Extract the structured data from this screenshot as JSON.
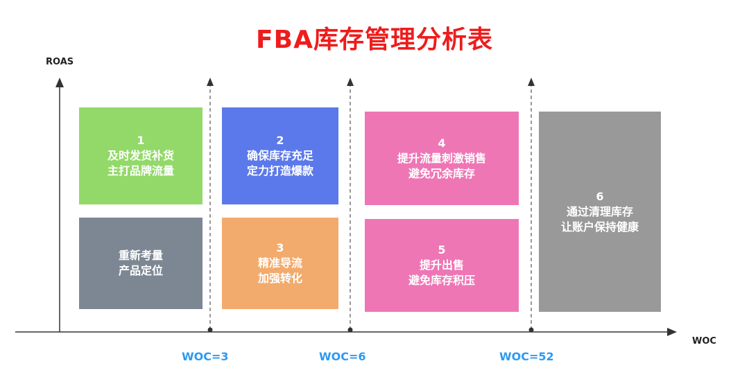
{
  "title": "FBA库存管理分析表",
  "axes": {
    "y_label": "ROAS",
    "x_label": "WOC"
  },
  "thresholds": [
    {
      "label": "WOC=3"
    },
    {
      "label": "WOC=6"
    },
    {
      "label": "WOC=52"
    }
  ],
  "boxes": [
    {
      "id": "1",
      "number": "1",
      "line1": "及时发货补货",
      "line2": "主打品牌流量",
      "color": "#93d96a"
    },
    {
      "id": "2",
      "number": "2",
      "line1": "确保库存充足",
      "line2": "定力打造爆款",
      "color": "#5b79ea"
    },
    {
      "id": "3",
      "number": "3",
      "line1": "精准导流",
      "line2": "加强转化",
      "color": "#f2ab6c"
    },
    {
      "id": "4",
      "number": "4",
      "line1": "提升流量刺激销售",
      "line2": "避免冗余库存",
      "color": "#ee76b5"
    },
    {
      "id": "5",
      "number": "5",
      "line1": "提升出售",
      "line2": "避免库存积压",
      "color": "#ee76b5"
    },
    {
      "id": "6",
      "number": "6",
      "line1": "通过清理库存",
      "line2": "让账户保持健康",
      "color": "#999999"
    },
    {
      "id": "reconsider",
      "number": "",
      "line1": "重新考量",
      "line2": "产品定位",
      "color": "#7d8794"
    }
  ]
}
